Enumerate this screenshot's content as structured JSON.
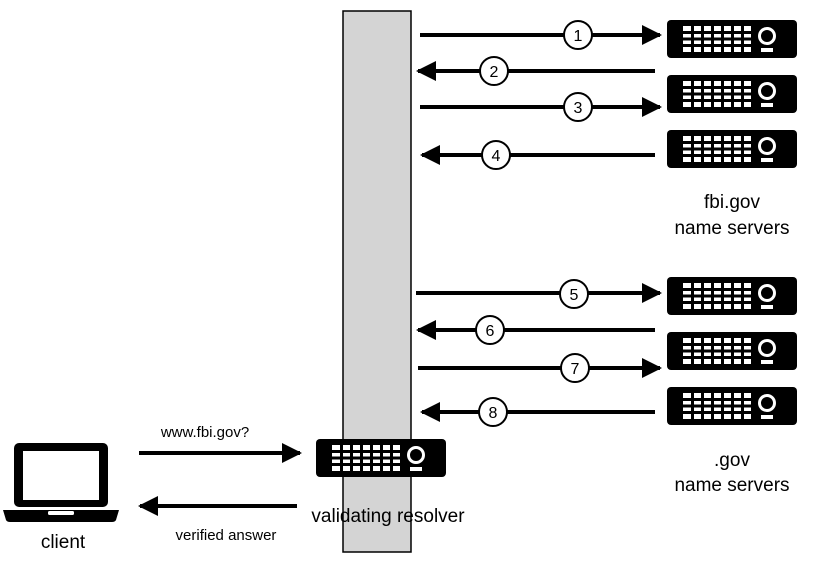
{
  "labels": {
    "fbi_servers_line1": "fbi.gov",
    "fbi_servers_line2": "name servers",
    "gov_servers_line1": ".gov",
    "gov_servers_line2": "name servers",
    "resolver": "validating resolver",
    "client": "client",
    "query": "www.fbi.gov?",
    "answer": "verified answer"
  },
  "steps": [
    {
      "number": "1",
      "direction": "to-server",
      "group": "fbi.gov"
    },
    {
      "number": "2",
      "direction": "to-resolver",
      "group": "fbi.gov"
    },
    {
      "number": "3",
      "direction": "to-server",
      "group": "fbi.gov"
    },
    {
      "number": "4",
      "direction": "to-resolver",
      "group": "fbi.gov"
    },
    {
      "number": "5",
      "direction": "to-server",
      "group": ".gov"
    },
    {
      "number": "6",
      "direction": "to-resolver",
      "group": ".gov"
    },
    {
      "number": "7",
      "direction": "to-server",
      "group": ".gov"
    },
    {
      "number": "8",
      "direction": "to-resolver",
      "group": ".gov"
    }
  ],
  "icons": [
    "server-icon",
    "laptop-icon"
  ],
  "colors": {
    "resolver_column": "#d4d4d4",
    "stroke": "#000000",
    "server_fill": "#000000"
  }
}
